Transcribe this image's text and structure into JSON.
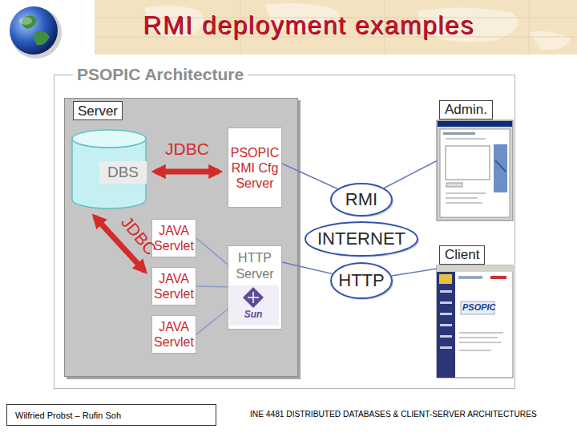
{
  "diagram": {
    "title": "RMI deployment examples",
    "nodes": [
      {
        "text": [
          "PSOPIC Architecture"
        ]
      },
      {
        "text": [
          "Server"
        ],
        "in": 0
      },
      {
        "text": [
          "DBS"
        ],
        "in": 1
      },
      {
        "text": [
          "PSOPIC RMI Cfg Server"
        ],
        "in": 1
      },
      {
        "text": [
          "JAVA Servlet"
        ],
        "in": 1
      },
      {
        "text": [
          "JAVA Servlet"
        ],
        "in": 1
      },
      {
        "text": [
          "JAVA Servlet"
        ],
        "in": 1
      },
      {
        "text": [
          "HTTP Server"
        ],
        "in": 1
      },
      {
        "text": [
          "Admin."
        ],
        "in": 0
      },
      {
        "text": [
          "RMI"
        ],
        "in": 0
      },
      {
        "text": [
          "INTERNET"
        ],
        "in": 0
      },
      {
        "text": [
          "HTTP"
        ],
        "in": 0
      },
      {
        "text": [
          "Client"
        ],
        "in": 0
      },
      {
        "text": [
          "Wilfried Probst – Rufin Soh"
        ]
      }
    ],
    "edges": [
      {
        "from": 2,
        "to": 3,
        "label": "JDBC",
        "arrow": "both"
      },
      {
        "from": 2,
        "to": 5,
        "label": "JDBC",
        "arrow": "both"
      },
      {
        "from": 4,
        "to": 7,
        "arrow": "none"
      },
      {
        "from": 5,
        "to": 7,
        "arrow": "none"
      },
      {
        "from": 6,
        "to": 7,
        "arrow": "none"
      },
      {
        "from": 3,
        "to": 9,
        "arrow": "none"
      },
      {
        "from": 7,
        "to": 11,
        "arrow": "none"
      },
      {
        "from": 8,
        "to": 9,
        "arrow": "none"
      },
      {
        "from": 12,
        "to": 11,
        "arrow": "none"
      }
    ],
    "labels": [
      "Sun",
      "PSOPIC",
      "INE 4481 DISTRIBUTED DATABASES & CLIENT-SERVER ARCHITECTURES"
    ]
  }
}
